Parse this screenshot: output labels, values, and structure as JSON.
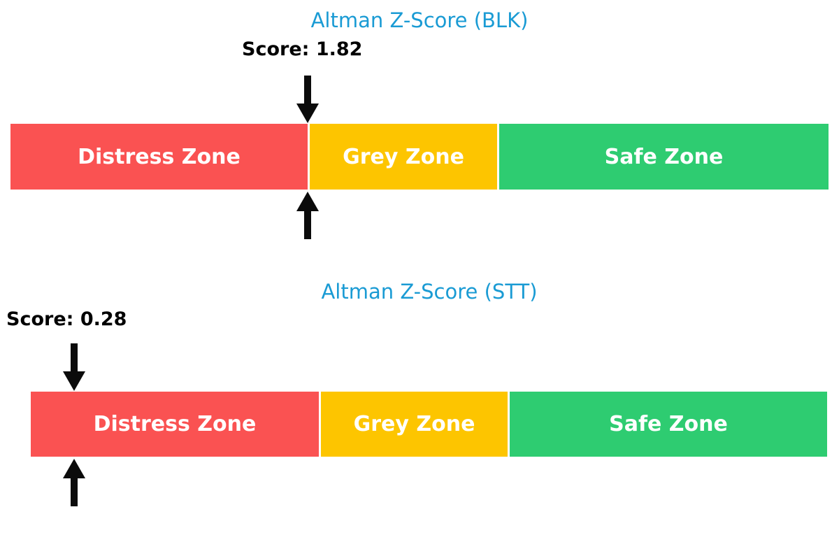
{
  "page": {
    "background": "#FFFFFF",
    "description": "Two Altman Z-Score zone charts, one for BLK and one for STT"
  },
  "colors": {
    "title_blue": "#1A9BD4",
    "distress_red": "#FA5252",
    "grey_zone_yellow": "#FDC500",
    "safe_green": "#2ECC71",
    "arrow_black": "#0B0B0B",
    "zone_label_text": "#FFFFFF",
    "score_text": "#000000"
  },
  "charts": [
    {
      "id": "blk",
      "ticker": "BLK",
      "title": "Altman Z-Score (BLK)",
      "score": 1.82,
      "score_label": "Score: 1.82",
      "zones": [
        {
          "label": "Distress Zone",
          "color": "#FA5252",
          "range": [
            0,
            1.81
          ]
        },
        {
          "label": "Grey Zone",
          "color": "#FDC500",
          "range": [
            1.81,
            2.99
          ]
        },
        {
          "label": "Safe Zone",
          "color": "#2ECC71",
          "range": [
            2.99,
            5.0
          ]
        }
      ]
    },
    {
      "id": "stt",
      "ticker": "STT",
      "title": "Altman Z-Score (STT)",
      "score": 0.28,
      "score_label": "Score: 0.28",
      "zones": [
        {
          "label": "Distress Zone",
          "color": "#FA5252",
          "range": [
            0,
            1.81
          ]
        },
        {
          "label": "Grey Zone",
          "color": "#FDC500",
          "range": [
            1.81,
            2.99
          ]
        },
        {
          "label": "Safe Zone",
          "color": "#2ECC71",
          "range": [
            2.99,
            5.0
          ]
        }
      ]
    }
  ],
  "chart_data": [
    {
      "type": "bar",
      "orientation": "horizontal-stacked",
      "title": "Altman Z-Score (BLK)",
      "categories": [
        "Distress Zone",
        "Grey Zone",
        "Safe Zone"
      ],
      "series": [
        {
          "name": "zone-extent",
          "values": [
            1.81,
            1.18,
            2.01
          ]
        }
      ],
      "zone_ranges": [
        [
          0,
          1.81
        ],
        [
          1.81,
          2.99
        ],
        [
          2.99,
          5.0
        ]
      ],
      "score_marker": 1.82,
      "annotations": [
        "Score: 1.82"
      ],
      "xlim": [
        0,
        5
      ],
      "grid": false,
      "legend": "none",
      "colors": [
        "#FA5252",
        "#FDC500",
        "#2ECC71"
      ]
    },
    {
      "type": "bar",
      "orientation": "horizontal-stacked",
      "title": "Altman Z-Score (STT)",
      "categories": [
        "Distress Zone",
        "Grey Zone",
        "Safe Zone"
      ],
      "series": [
        {
          "name": "zone-extent",
          "values": [
            1.81,
            1.18,
            2.01
          ]
        }
      ],
      "zone_ranges": [
        [
          0,
          1.81
        ],
        [
          1.81,
          2.99
        ],
        [
          2.99,
          5.0
        ]
      ],
      "score_marker": 0.28,
      "annotations": [
        "Score: 0.28"
      ],
      "xlim": [
        0,
        5
      ],
      "grid": false,
      "legend": "none",
      "colors": [
        "#FA5252",
        "#FDC500",
        "#2ECC71"
      ]
    }
  ]
}
